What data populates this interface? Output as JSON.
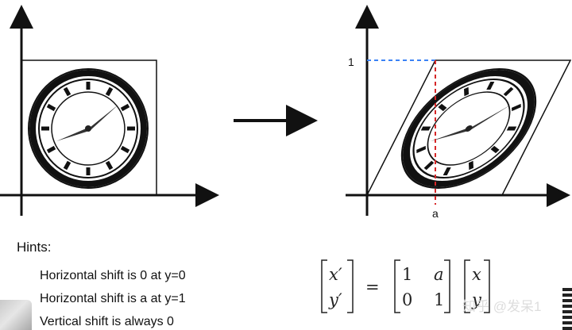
{
  "diagram": {
    "left_panel": {
      "caption": ""
    },
    "right_panel": {
      "y_tick_label": "1",
      "x_tick_label": "a"
    },
    "arrow_icon": "right-arrow-icon",
    "colors": {
      "axis": "#111111",
      "blue_dashed": "#3b82f6",
      "red_dashed": "#d62728"
    }
  },
  "hints": {
    "title": "Hints:",
    "items": [
      "Horizontal shift is 0 at y=0",
      "Horizontal shift is a at y=1",
      "Vertical shift is always 0"
    ]
  },
  "equation": {
    "lhs": [
      "x′",
      "y′"
    ],
    "equals": "=",
    "matrix": [
      [
        "1",
        "a"
      ],
      [
        "0",
        "1"
      ]
    ],
    "rhs": [
      "x",
      "y"
    ]
  },
  "watermark": "知乎 @发呆1"
}
